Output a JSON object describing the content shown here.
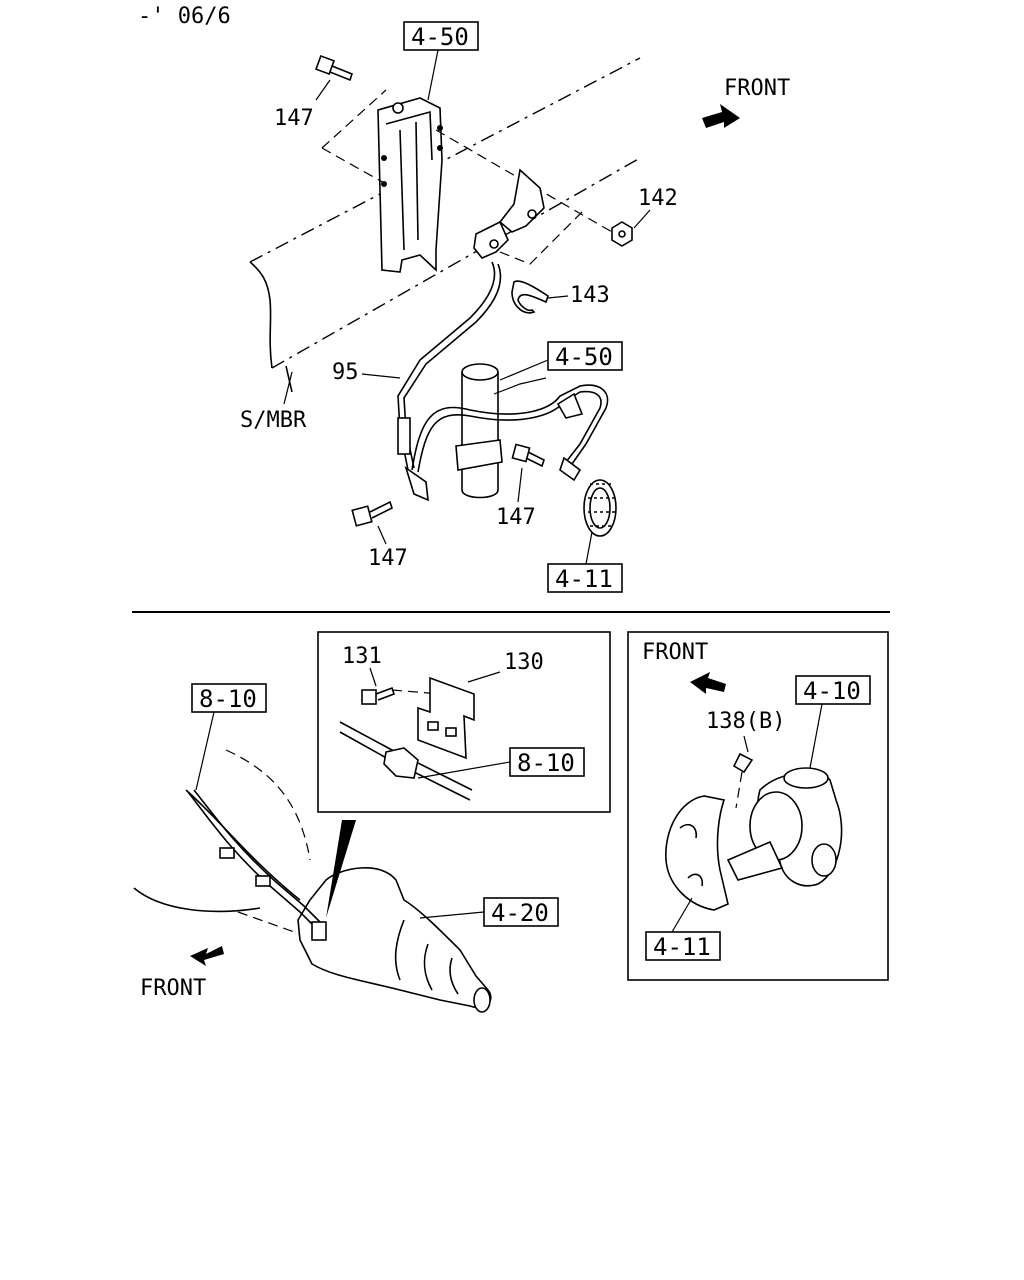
{
  "header": {
    "code": "-' 06/6"
  },
  "top_view": {
    "refs": {
      "bracket_upper": "4-50",
      "sensor": "4-50",
      "rotor": "4-11"
    },
    "labels": {
      "bolt_upper": "147",
      "nut": "142",
      "clip": "143",
      "harness": "95",
      "side_member": "S/MBR",
      "bolt_left": "147",
      "bolt_right": "147"
    },
    "front": "FRONT"
  },
  "bottom_left": {
    "refs": {
      "harness": "8-10",
      "axle": "4-20"
    },
    "front": "FRONT"
  },
  "inset_middle": {
    "labels": {
      "bolt": "131",
      "bracket": "130"
    },
    "refs": {
      "harness": "8-10"
    }
  },
  "inset_right": {
    "front": "FRONT",
    "refs": {
      "knuckle": "4-10",
      "rotor": "4-11"
    },
    "labels": {
      "bolt": "138(B)"
    }
  }
}
